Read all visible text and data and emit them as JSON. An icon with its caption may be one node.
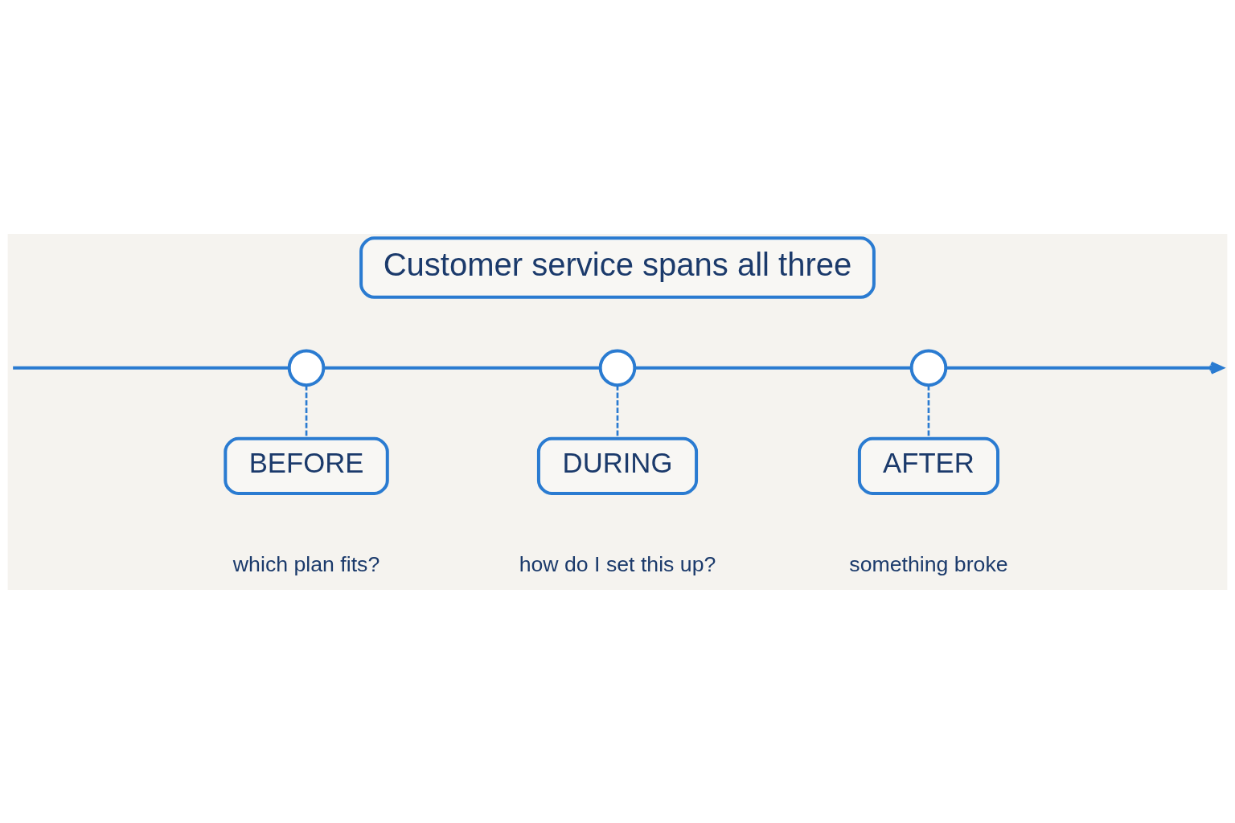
{
  "diagram": {
    "nodes": [
      {
        "text": [
          "Customer service spans all three"
        ]
      },
      {
        "text": [],
        "shape": "circle"
      },
      {
        "text": [],
        "shape": "circle"
      },
      {
        "text": [],
        "shape": "circle"
      },
      {
        "text": [
          "BEFORE"
        ],
        "beside": [
          "which plan fits?"
        ]
      },
      {
        "text": [
          "DURING"
        ],
        "beside": [
          "how do I set this up?"
        ]
      },
      {
        "text": [
          "AFTER"
        ],
        "beside": [
          "something broke"
        ]
      }
    ],
    "edges": [
      {
        "from": null,
        "to": 1,
        "arrow": "none"
      },
      {
        "from": 1,
        "to": 2,
        "arrow": "none"
      },
      {
        "from": 2,
        "to": 3,
        "arrow": "none"
      },
      {
        "from": 3,
        "to": null,
        "arrow": "to"
      },
      {
        "from": 1,
        "to": 4,
        "arrow": "none",
        "style": "dashed"
      },
      {
        "from": 2,
        "to": 5,
        "arrow": "none",
        "style": "dashed"
      },
      {
        "from": 3,
        "to": 6,
        "arrow": "none",
        "style": "dashed"
      }
    ]
  }
}
